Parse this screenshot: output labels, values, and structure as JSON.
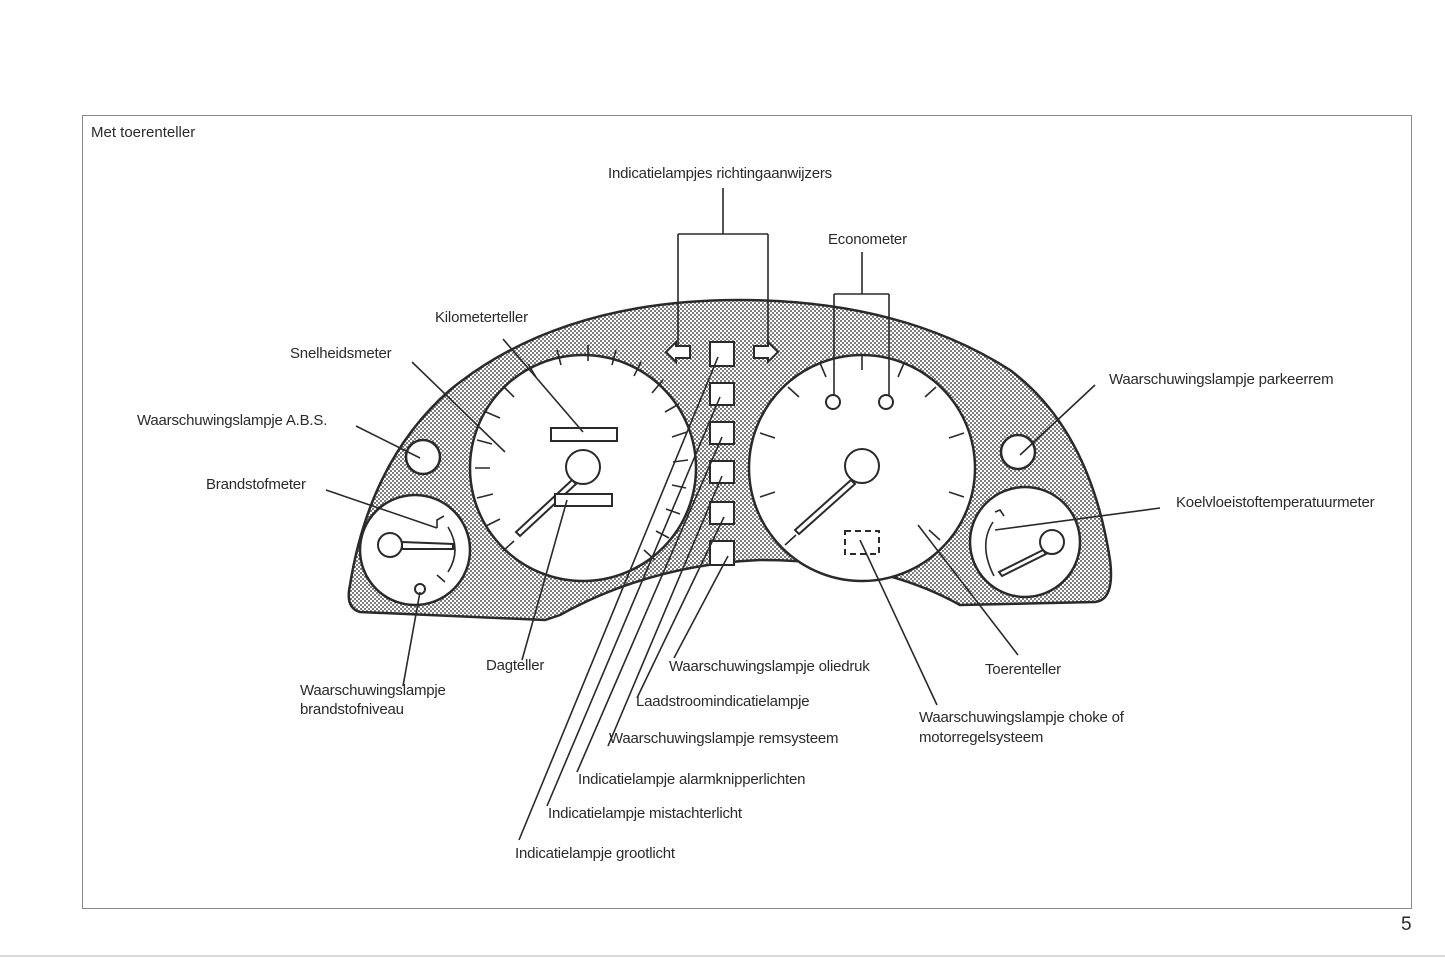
{
  "title": "Met toerenteller",
  "page_number": "5",
  "labels": {
    "richtingaanwijzers": "Indicatielampjes richtingaanwijzers",
    "econometer": "Econometer",
    "kilometerteller": "Kilometerteller",
    "snelheidsmeter": "Snelheidsmeter",
    "abs": "Waarschuwingslampje A.B.S.",
    "brandstofmeter": "Brandstofmeter",
    "parkeerrem": "Waarschuwingslampje parkeerrem",
    "koelvloeistof": "Koelvloeistoftemperatuurmeter",
    "brandstofniveau_1": "Waarschuwingslampje",
    "brandstofniveau_2": "brandstofniveau",
    "dagteller": "Dagteller",
    "oliedruk": "Waarschuwingslampje oliedruk",
    "laadstroom": "Laadstroomindicatielampje",
    "remsysteem": "Waarschuwingslampje remsysteem",
    "alarmknipper": "Indicatielampje alarmknipperlichten",
    "mistachterlicht": "Indicatielampje mistachterlicht",
    "grootlicht": "Indicatielampje grootlicht",
    "toerenteller": "Toerenteller",
    "choke_1": "Waarschuwingslampje choke of",
    "choke_2": "motorregelsysteem"
  }
}
